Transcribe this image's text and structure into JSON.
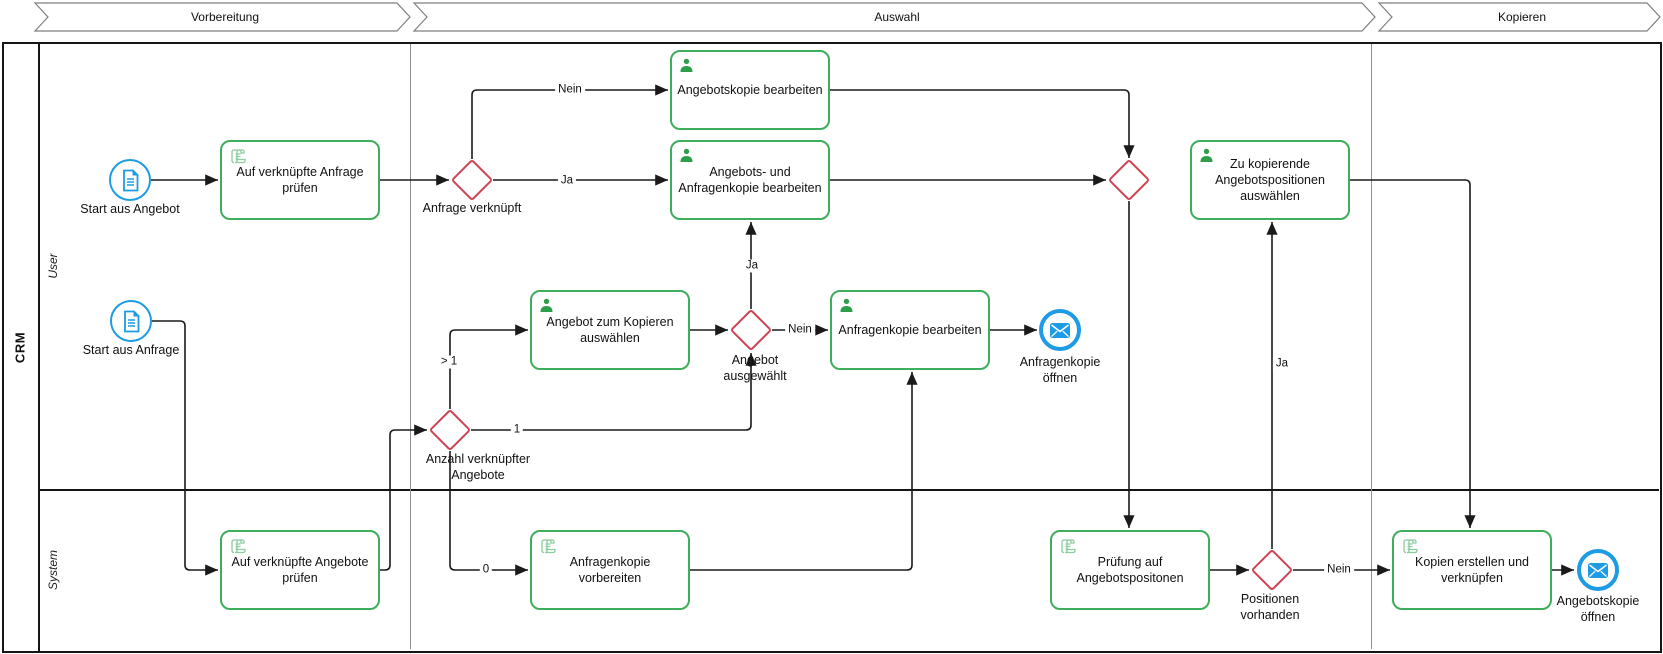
{
  "phases": [
    {
      "label": "Vorbereitung"
    },
    {
      "label": "Auswahl"
    },
    {
      "label": "Kopieren"
    }
  ],
  "pool": {
    "label": "CRM",
    "lanes": [
      {
        "label": "User"
      },
      {
        "label": "System"
      }
    ]
  },
  "nodes": {
    "start_angebot": {
      "type": "start-event",
      "icon": "document-icon",
      "label": "Start aus Angebot"
    },
    "start_anfrage": {
      "type": "start-event",
      "icon": "document-icon",
      "label": "Start aus Anfrage"
    },
    "task_anfrage_pruefen": {
      "type": "script-task",
      "icon": "script-icon",
      "label": "Auf verknüpfte Anfrage prüfen"
    },
    "task_angebotskopie_bearbeiten": {
      "type": "user-task",
      "icon": "user-icon",
      "label": "Angebotskopie bearbeiten"
    },
    "task_angebots_anfragenkopie_bearbeiten": {
      "type": "user-task",
      "icon": "user-icon",
      "label": "Angebots- und Anfragenkopie bearbeiten"
    },
    "task_zu_kopierende": {
      "type": "user-task",
      "icon": "user-icon",
      "label": "Zu kopierende Angebotspositionen auswählen"
    },
    "task_angebot_auswaehlen": {
      "type": "user-task",
      "icon": "user-icon",
      "label": "Angebot zum Kopieren auswählen"
    },
    "task_anfragenkopie_bearbeiten": {
      "type": "user-task",
      "icon": "user-icon",
      "label": "Anfragenkopie bearbeiten"
    },
    "task_angebote_pruefen": {
      "type": "script-task",
      "icon": "script-icon",
      "label": "Auf verknüpfte Angebote prüfen"
    },
    "task_anfragenkopie_vorbereiten": {
      "type": "script-task",
      "icon": "script-icon",
      "label": "Anfragenkopie vorbereiten"
    },
    "task_pruefung_positionen": {
      "type": "script-task",
      "icon": "script-icon",
      "label": "Prüfung auf Angebotspositonen"
    },
    "task_kopien_erstellen": {
      "type": "script-task",
      "icon": "script-icon",
      "label": "Kopien erstellen und verknüpfen"
    },
    "gateway_anfrage_verknuepft": {
      "type": "gateway",
      "label": "Anfrage verknüpft"
    },
    "gateway_anzahl": {
      "type": "gateway",
      "label": "Anzahl verknüpfter Angebote"
    },
    "gateway_angebot_ausgewaehlt": {
      "type": "gateway",
      "label": "Angebot ausgewählt"
    },
    "gateway_merge": {
      "type": "gateway",
      "label": ""
    },
    "gateway_positionen": {
      "type": "gateway",
      "label": "Positionen vorhanden"
    },
    "end_anfragenkopie": {
      "type": "end-event",
      "icon": "envelope-icon",
      "label": "Anfragenkopie öffnen"
    },
    "end_angebotskopie": {
      "type": "end-event",
      "icon": "envelope-icon",
      "label": "Angebotskopie öffnen"
    }
  },
  "edge_labels": {
    "anfrage_nein": "Nein",
    "anfrage_ja": "Ja",
    "anzahl_gt1": "> 1",
    "anzahl_1": "1",
    "anzahl_0": "0",
    "ausgewaehlt_nein": "Nein",
    "ausgewaehlt_ja": "Ja",
    "positionen_ja": "Ja",
    "positionen_nein": "Nein"
  },
  "colors": {
    "task_border_green": "#3FAE5C",
    "task_icon_green": "#2F9E4A",
    "script_icon_green": "#8CCCA0",
    "gateway_red": "#CD4555",
    "event_blue": "#1D9BE5",
    "flow_line": "#1a1a1a",
    "band_border_gray": "#7f7f7f"
  }
}
